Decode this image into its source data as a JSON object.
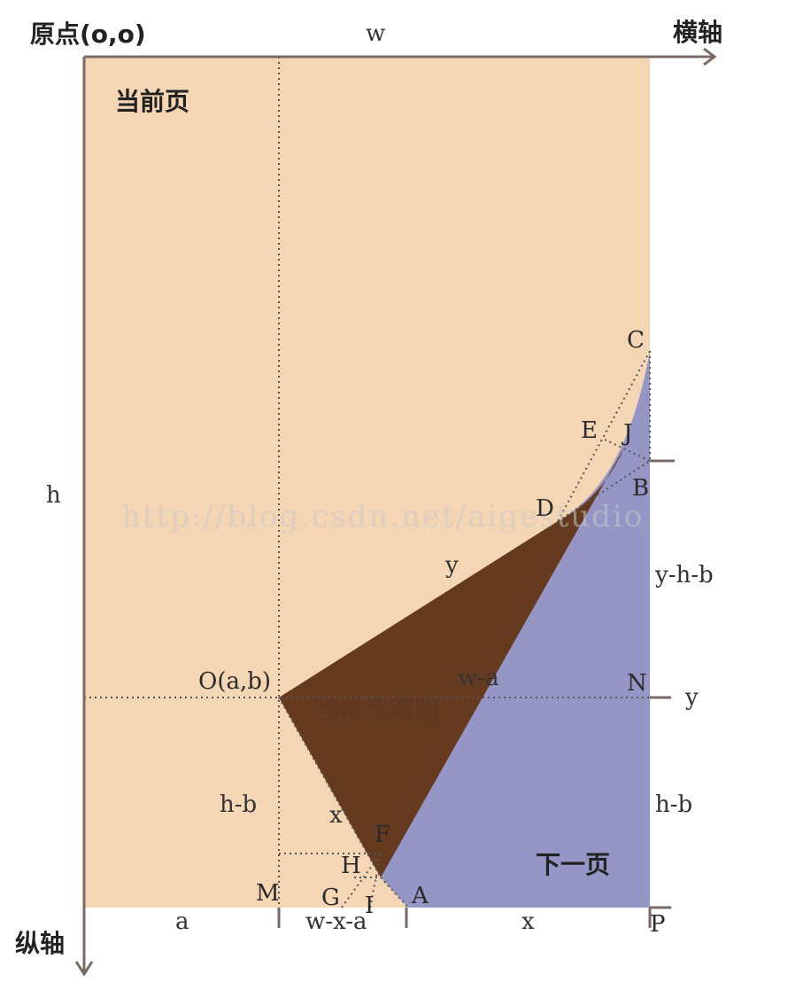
{
  "colors": {
    "current_page": "#f5d6b4",
    "page_back": "#653a1e",
    "next_page": "#9595c6",
    "axis": "#7a6a66",
    "dotted": "#555555"
  },
  "axes": {
    "origin": "原点(o,o)",
    "horizontal": "横轴",
    "vertical": "纵轴",
    "width": "w",
    "height": "h"
  },
  "regions": {
    "current_page": "当前页",
    "page_back": "当前页背面",
    "next_page": "下一页"
  },
  "points": {
    "O": "O(a,b)",
    "C": "C",
    "E": "E",
    "J": "J",
    "B": "B",
    "D": "D",
    "N": "N",
    "F": "F",
    "H": "H",
    "G": "G",
    "I": "I",
    "A": "A",
    "M": "M",
    "P": "P"
  },
  "segments": {
    "y_edge": "y",
    "w_minus_a": "w-a",
    "right_y": "y",
    "y_h_b": "y-h-b",
    "h_b_left": "h-b",
    "h_b_right": "h-b",
    "x_edge": "x",
    "bottom_a": "a",
    "bottom_w_x_a": "w-x-a",
    "bottom_x": "x"
  },
  "watermark": "http://blog.csdn.net/aigestudio"
}
